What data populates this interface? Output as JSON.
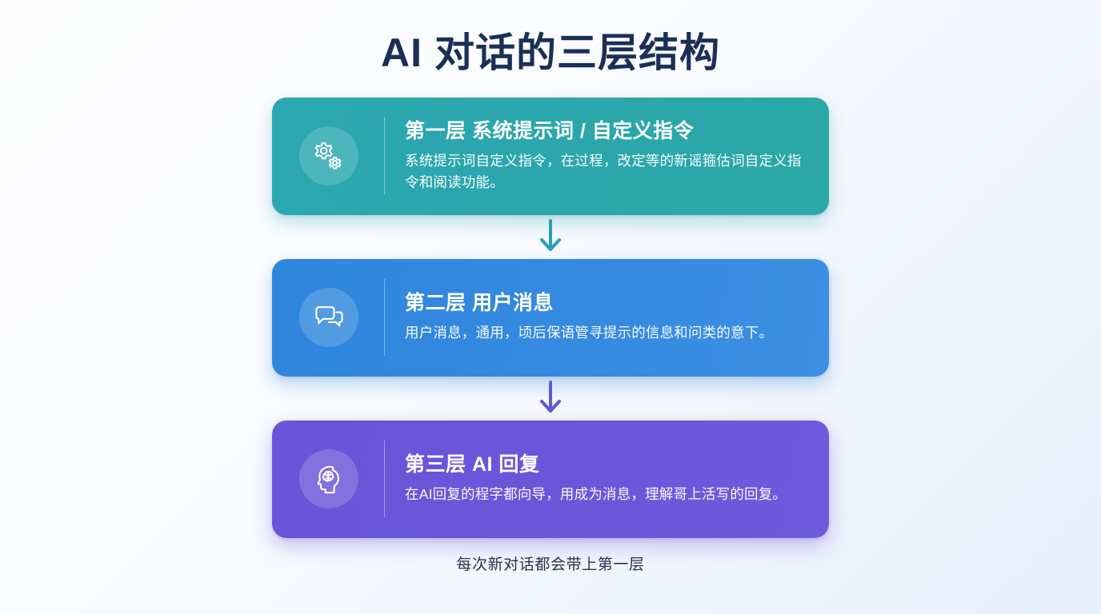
{
  "page": {
    "title": "AI 对话的三层结构",
    "footer_note": "每次新对话都会带上第一层",
    "background_from": "#fdfdff",
    "background_to": "#e7eefc",
    "title_color": "#1b2f56"
  },
  "layers": [
    {
      "icon": "gears-icon",
      "title": "第一层 系统提示词 / 自定义指令",
      "desc": "系统提示词自定义指令，在过程，改定等的新谣箍估词自定义指令和阅读功能。",
      "color": "#2aa7b0"
    },
    {
      "icon": "chat-bubbles-icon",
      "title": "第二层  用户消息",
      "desc": "用户消息，通用，顷后保语管寻提示的信息和问类的意下。",
      "color": "#2f86dd"
    },
    {
      "icon": "brain-head-icon",
      "title": "第三层  AI 回复",
      "desc": "在AI回复的程字都向导，用成为消息，理解哥上活写的回复。",
      "color": "#6a55d8"
    }
  ],
  "arrows": [
    {
      "name": "arrow-layer1-to-layer2",
      "color": "#27a2ae",
      "direction": "down"
    },
    {
      "name": "arrow-layer2-to-layer3",
      "color": "#6257d6",
      "direction": "down"
    }
  ]
}
